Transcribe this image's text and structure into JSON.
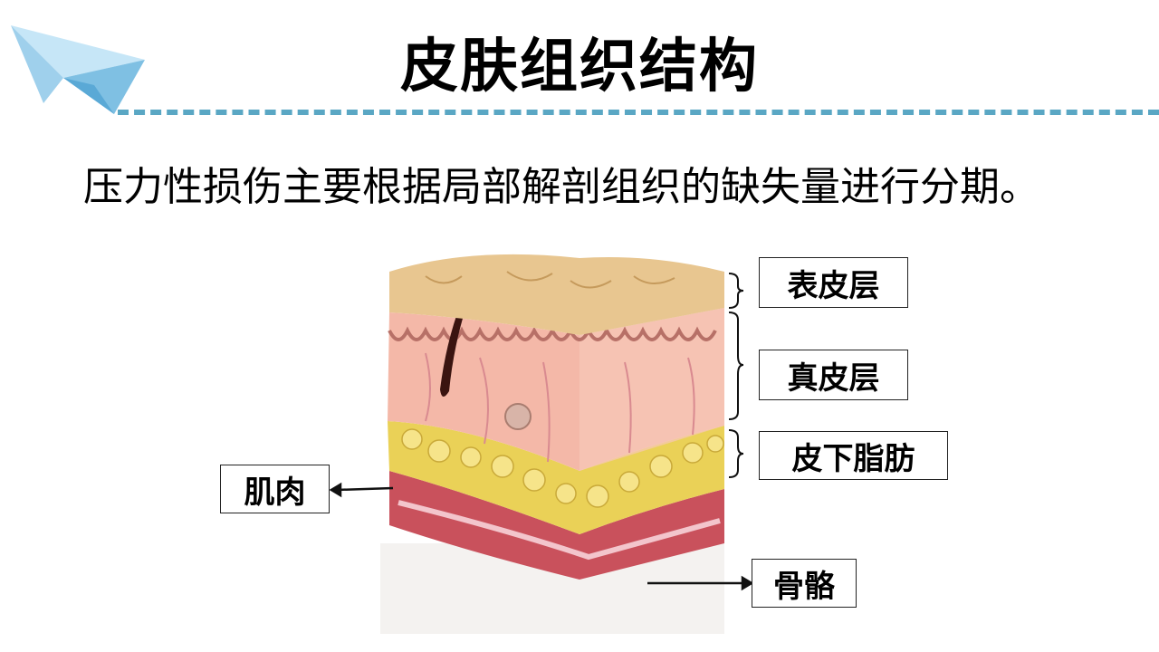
{
  "title": "皮肤组织结构",
  "subtitle": "压力性损伤主要根据局部解剖组织的缺失量进行分期。",
  "labels": {
    "epidermis": "表皮层",
    "dermis": "真皮层",
    "subcutaneous_fat": "皮下脂肪",
    "muscle": "肌肉",
    "bone": "骨骼"
  },
  "colors": {
    "accent_dash": "#5aa7c4",
    "plane": "#a9d6ef"
  }
}
